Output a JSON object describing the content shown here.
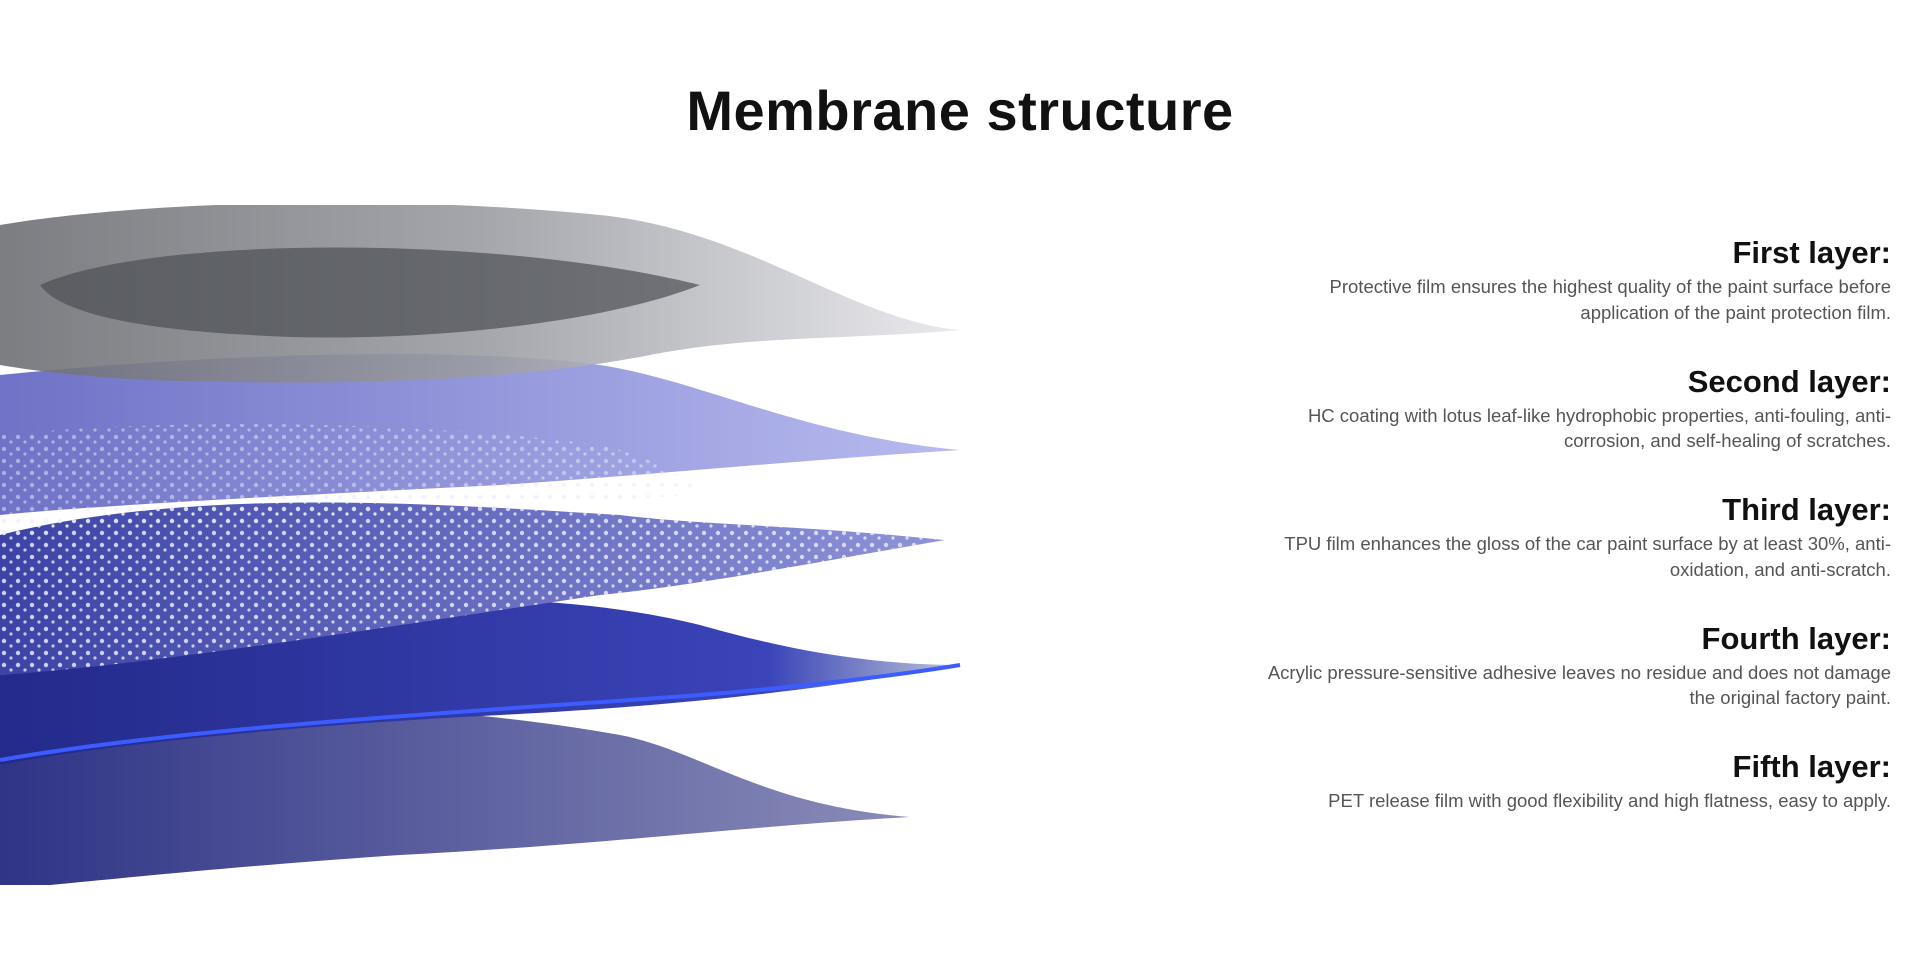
{
  "title": "Membrane structure",
  "layers": [
    {
      "heading": "First layer:",
      "line1": "Protective film ensures the highest quality of the paint surface before",
      "line2": "application of the paint protection film."
    },
    {
      "heading": "Second layer:",
      "line1": "HC coating with lotus leaf-like hydrophobic properties, anti-fouling, anti-",
      "line2": "corrosion, and self-healing of scratches."
    },
    {
      "heading": "Third layer:",
      "line1": "TPU film enhances the gloss of the car paint surface by at least 30%, anti-",
      "line2": "oxidation, and anti-scratch."
    },
    {
      "heading": "Fourth layer:",
      "line1": "Acrylic pressure-sensitive adhesive leaves no residue and does not damage",
      "line2": "the original factory paint."
    },
    {
      "heading": "Fifth layer:",
      "line1": "PET release film with good flexibility and high flatness, easy to apply.",
      "line2": ""
    }
  ],
  "colors": {
    "heading": "#111111",
    "body": "#555555",
    "film_blue": "#3b3fa8",
    "film_light": "#8c8fd6"
  }
}
